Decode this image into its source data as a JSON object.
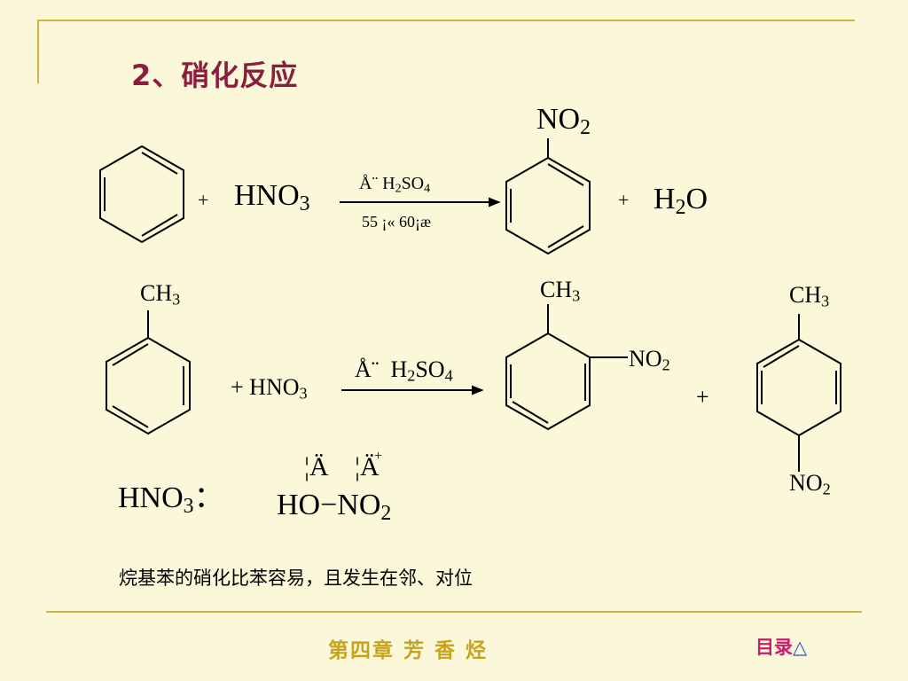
{
  "title": "2、硝化反应",
  "reaction1": {
    "reactant_formula": "HNO",
    "reactant_sub": "3",
    "plus_a": "+",
    "catalyst_prefix": "Å¨",
    "catalyst_H": "H",
    "catalyst_H_sub": "2",
    "catalyst_SO": "SO",
    "catalyst_SO_sub": "4",
    "conditions": "55 ¡« 60¡æ",
    "product_group": "NO",
    "product_group_sub": "2",
    "plus_b": "+",
    "water_H": "H",
    "water_sub": "2",
    "water_O": "O"
  },
  "reaction2": {
    "methyl_label": "CH",
    "methyl_sub": "3",
    "reactant_formula": "+ HNO",
    "reactant_sub": "3",
    "catalyst_prefix": "Å¨",
    "catalyst_H": "H",
    "catalyst_H_sub": "2",
    "catalyst_SO": "SO",
    "catalyst_SO_sub": "4",
    "ortho_methyl": "CH",
    "ortho_methyl_sub": "3",
    "ortho_nitro": "NO",
    "ortho_nitro_sub": "2",
    "plus": "+",
    "para_methyl": "CH",
    "para_methyl_sub": "3",
    "para_nitro": "NO",
    "para_nitro_sub": "2"
  },
  "hno3_structure": {
    "label": "HNO",
    "label_sub": "3",
    "colon": "：",
    "garbled_a": "¦Ä",
    "garbled_b": "¦Ä",
    "garbled_b_sup": "+",
    "ho": "HO",
    "bond": "−",
    "no2": "NO",
    "no2_sub": "2"
  },
  "note": "烷基苯的硝化比苯容易，且发生在邻、对位",
  "footer": {
    "chapter": "第四章  芳  香  烃",
    "toc_label": "目录",
    "toc_icon": "triangle-icon",
    "toc_symbol": "△"
  },
  "colors": {
    "background": "#fbf8d9",
    "title": "#8b1e3f",
    "rule": "#d4b24a",
    "footer_chapter": "#c8a31c",
    "footer_toc": "#c41e6e",
    "toc_icon": "#2a52be"
  }
}
